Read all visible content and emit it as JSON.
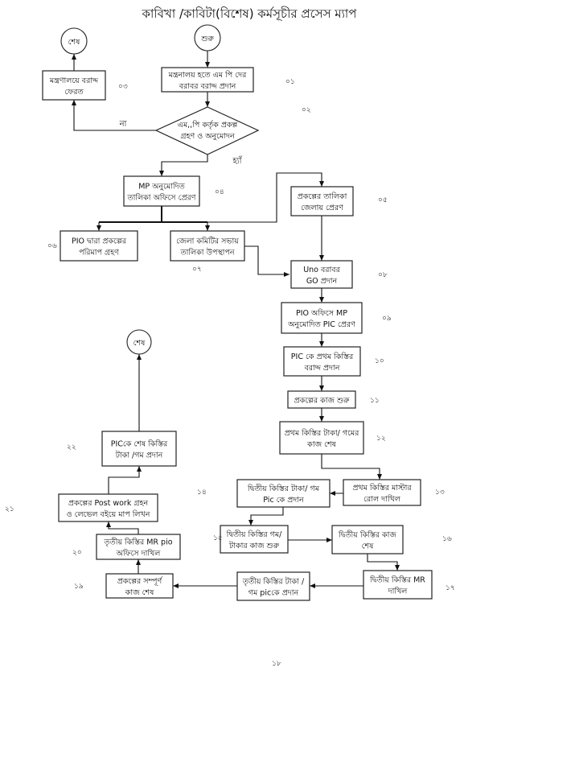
{
  "title": "কাবিখা /কাবিটা(বিশেষ)  কর্মসূচীর প্রসেস ম্যাপ",
  "terminals": {
    "start": "শুরু",
    "end_top": "শেষ",
    "end_bottom": "শেষ"
  },
  "decision": {
    "line1": "এম,,পি কর্তৃক  প্রকল্প",
    "line2": "গ্রহণ ও অনুমোদন",
    "no_label": "না",
    "yes_label": "হ্যাঁ"
  },
  "steps": [
    {
      "id": "s01",
      "line1": "মন্ত্রনালয় হতে এম পি দের",
      "line2": "বরাবর বরাদ্দ প্রদান",
      "num": "০১"
    },
    {
      "id": "s02",
      "num": "০২"
    },
    {
      "id": "s03",
      "line1": "মন্ত্রণালয়ে বরাদ্দ",
      "line2": "ফেরত",
      "num": "০৩"
    },
    {
      "id": "s04",
      "line1": "MP অনুমোদিত",
      "line2": "তালিকা অফিসে প্রেরণ",
      "num": "০৪"
    },
    {
      "id": "s05",
      "line1": "প্রকল্পের  তালিকা",
      "line2": "জেলায় প্রেরণ",
      "num": "০৫"
    },
    {
      "id": "s06",
      "line1": "PIO দ্বারা প্রকল্পের",
      "line2": "পরিমাপ গ্রহণ",
      "num": "০৬"
    },
    {
      "id": "s07",
      "line1": "জেলা কমিটির সভায়",
      "line2": "তালিকা উপস্থাপন",
      "num": "০৭"
    },
    {
      "id": "s08",
      "line1": "Uno বরাবর",
      "line2": "GO প্রদান",
      "num": "০৮"
    },
    {
      "id": "s09",
      "line1": "PIO অফিসে MP",
      "line2": "অনুমোদিত PIC  প্রেরণ",
      "num": "০৯"
    },
    {
      "id": "s10",
      "line1": "PIC কে প্রথম কিস্তির",
      "line2": "বরাদ্দ প্রদান",
      "num": "১০"
    },
    {
      "id": "s11",
      "line1": "প্রকল্পের  কাজ শুরু",
      "line2": "",
      "num": "১১"
    },
    {
      "id": "s12",
      "line1": "প্রথম কিস্তির টাকা/ গমের",
      "line2": "কাজ শেষ",
      "num": "১২"
    },
    {
      "id": "s13",
      "line1": "প্রথম কিস্তির  মাস্টার",
      "line2": "রোল দাখিল",
      "num": "১৩"
    },
    {
      "id": "s14",
      "line1": "দ্বিতীয় কিস্তির টাকা/ গম",
      "line2": "Pic কে প্রদান",
      "num": "১৪"
    },
    {
      "id": "s15",
      "line1": "দ্বিতীয় কিস্তির গম/",
      "line2": "টাকার কাজ শুরু",
      "num": "১৫"
    },
    {
      "id": "s16",
      "line1": "দ্বিতীয় কিস্তির কাজ",
      "line2": "শেষ",
      "num": "১৬"
    },
    {
      "id": "s17",
      "line1": "দ্বিতীয় কিস্তির MR",
      "line2": "দাখিল",
      "num": "১৭"
    },
    {
      "id": "s18",
      "line1": "তৃতীয় কিস্তির টাকা /",
      "line2": "গম picকে প্রদান",
      "num": "১৮"
    },
    {
      "id": "s19",
      "line1": "প্রকল্পের সম্পূর্ণ",
      "line2": "কাজ শেষ",
      "num": "১৯"
    },
    {
      "id": "s20",
      "line1": "তৃতীয় কিস্তির MR pio",
      "line2": "অফিসে দাখিল",
      "num": "২০"
    },
    {
      "id": "s21",
      "line1": "প্রকল্পের Post work গ্রহন",
      "line2": "ও লেভেল বইয়ে মাপ লিখন",
      "num": "২১"
    },
    {
      "id": "s22",
      "line1": "PICকে শেষ কিস্তির",
      "line2": "টাকা /গম প্রদান",
      "num": "২২"
    }
  ]
}
